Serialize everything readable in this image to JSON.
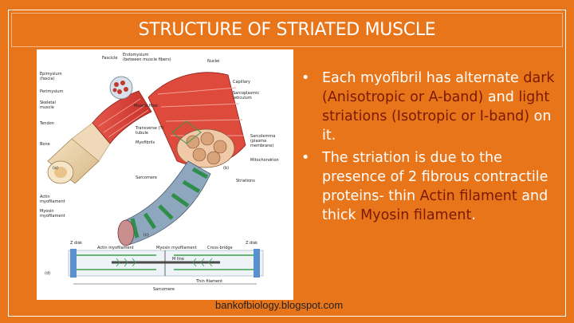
{
  "slide": {
    "title": "STRUCTURE OF STRIATED MUSCLE",
    "credit": "bankofbiology.blogspot.com"
  },
  "bullets": [
    {
      "parts": [
        {
          "text": "Each myofibril has alternate ",
          "highlight": false
        },
        {
          "text": "dark (Anisotropic or A-band)",
          "highlight": true
        },
        {
          "text": " and ",
          "highlight": false
        },
        {
          "text": "light striations (Isotropic or I-band)",
          "highlight": true
        },
        {
          "text": " on it.",
          "highlight": false
        }
      ]
    },
    {
      "parts": [
        {
          "text": "The striation is due to the presence of 2 fibrous contractile proteins- thin ",
          "highlight": false
        },
        {
          "text": "Actin filament",
          "highlight": true
        },
        {
          "text": " and thick ",
          "highlight": false
        },
        {
          "text": "Myosin filament",
          "highlight": true
        },
        {
          "text": ".",
          "highlight": false
        }
      ]
    }
  ],
  "figure": {
    "labels": {
      "fascicle": "Fascicle",
      "endomysium": "Endomysium",
      "endomysium_sub": "(between muscle fibers)",
      "nuclei": "Nuclei",
      "epimysium": "Epimysium",
      "epimysium_sub": "(fascia)",
      "perimysium": "Perimysium",
      "skeletal_muscle": "Skeletal",
      "skeletal_muscle_2": "muscle",
      "tendon": "Tendon",
      "bone": "Bone",
      "muscle_fiber": "Muscle fiber",
      "capillary": "Capillary",
      "sarcoplasmic": "Sarcoplasmic",
      "sarcoplasmic_2": "reticulum",
      "transverse": "Transverse (T)",
      "transverse_2": "tubule",
      "myofibrils": "Myofibrils",
      "sarcolemma": "Sarcolemma",
      "sarcolemma_2": "(plasma",
      "sarcolemma_3": "membrane)",
      "mitochondrion": "Mitochondrion",
      "sarcomere": "Sarcomere",
      "striations": "Striations",
      "actin": "Actin",
      "actin_2": "myofilament",
      "myosin": "Myosin",
      "myosin_2": "myofilament",
      "z_disk_left": "Z disk",
      "z_disk_right": "Z disk",
      "actin_myofilament": "Actin myofilament",
      "myosin_myofilament": "Myosin myofilament",
      "cross_bridge": "Cross-bridge",
      "m_line": "M line",
      "thin_filament": "Thin filament",
      "sarcomere_bottom": "Sarcomere",
      "panel_a": "(a)",
      "panel_b": "(b)",
      "panel_c": "(c)",
      "panel_d": "(d)"
    }
  }
}
